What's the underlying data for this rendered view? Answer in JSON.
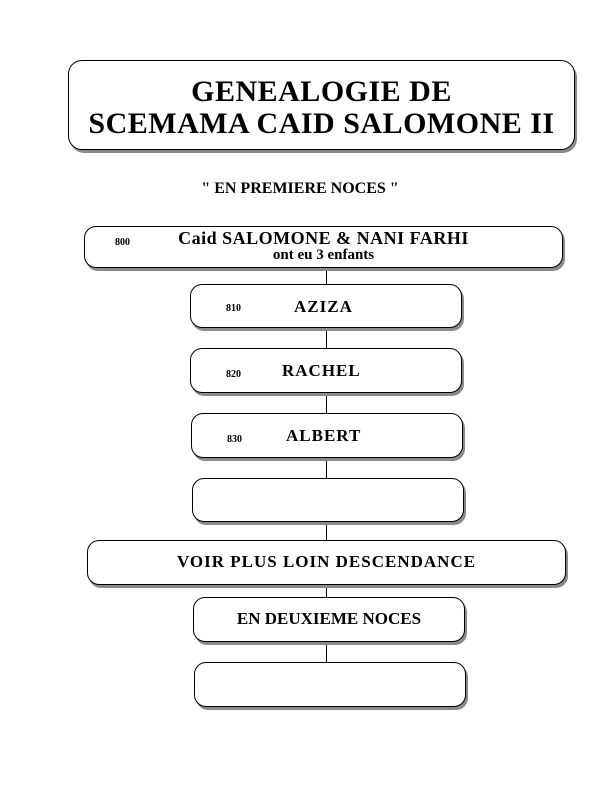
{
  "title": {
    "line1": "GENEALOGIE  DE",
    "line2": "SCEMAMA  CAID  SALOMONE II"
  },
  "subtitle": "\" EN PREMIERE NOCES \"",
  "parents": {
    "number": "800",
    "names": "Caid  SALOMONE  &  NANI  FARHI",
    "note": "ont eu 3 enfants"
  },
  "children": [
    {
      "number": "810",
      "name": "AZIZA"
    },
    {
      "number": "820",
      "name": "RACHEL"
    },
    {
      "number": "830",
      "name": "ALBERT"
    }
  ],
  "see_more": "VOIR  PLUS  LOIN  DESCENDANCE",
  "second_marriage": "EN DEUXIEME NOCES"
}
